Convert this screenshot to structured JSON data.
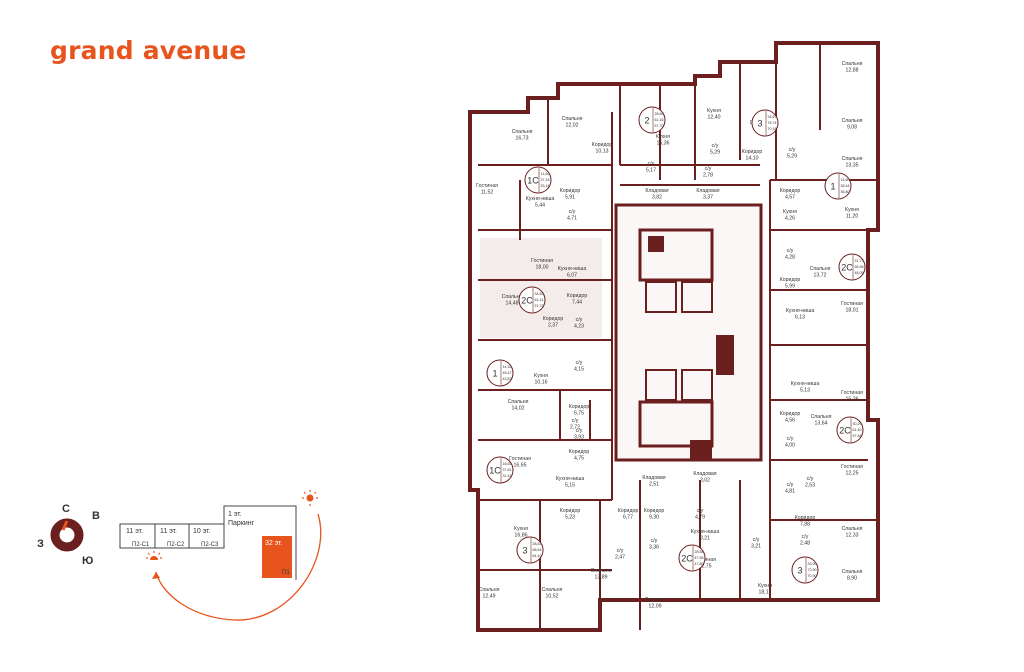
{
  "brand": {
    "name": "grand avenue",
    "color": "#e8541e"
  },
  "colors": {
    "wall": "#6b1f1f",
    "accent": "#e8541e",
    "highlight": "#f3ecea"
  },
  "compass": {
    "north": "С",
    "east": "В",
    "south": "Ю",
    "west": "З"
  },
  "building_key": {
    "ground": {
      "floor": "1 эт.",
      "label": "Паркинг"
    },
    "sections": [
      {
        "floors": "11 эт.",
        "code": "П2-С1"
      },
      {
        "floors": "11 эт.",
        "code": "П2-С2"
      },
      {
        "floors": "10 эт.",
        "code": "П2-С3"
      }
    ],
    "tower": {
      "floors": "32 эт.",
      "code": "П1"
    },
    "sun_icons": [
      "sun-icon",
      "sunrise-icon"
    ]
  },
  "apartments": [
    {
      "type": "1С",
      "areas": [
        "11,60",
        "37,18",
        "33,14"
      ]
    },
    {
      "type": "2",
      "areas": [
        "28,69",
        "61,16",
        "57,70"
      ]
    },
    {
      "type": "3",
      "areas": [
        "34,67",
        "78,74",
        "70,18"
      ]
    },
    {
      "type": "1",
      "areas": [
        "14,60",
        "38,44",
        "36,80"
      ]
    },
    {
      "type": "2С",
      "areas": [
        "31,77",
        "66,96",
        "48,09"
      ]
    },
    {
      "type": "2С",
      "areas": [
        "34,83",
        "61,14",
        "57,72"
      ]
    },
    {
      "type": "1",
      "areas": [
        "14,32",
        "45,47",
        "43,87"
      ]
    },
    {
      "type": "2С",
      "areas": [
        "30,29",
        "61,40",
        "57,84"
      ]
    },
    {
      "type": "1С",
      "areas": [
        "16,65",
        "37,61",
        "31,41"
      ]
    },
    {
      "type": "3",
      "areas": [
        "38,83",
        "68,64",
        "64,10"
      ]
    },
    {
      "type": "2С",
      "areas": [
        "28,58",
        "47,96",
        "47,80"
      ]
    },
    {
      "type": "3",
      "areas": [
        "33,90",
        "72,90",
        "70,90"
      ]
    }
  ],
  "rooms": [
    {
      "name": "Спальня",
      "area": "16,73"
    },
    {
      "name": "Спальня",
      "area": "12,02"
    },
    {
      "name": "Кухня",
      "area": "15,36"
    },
    {
      "name": "Кухня",
      "area": "12,40"
    },
    {
      "name": "Спальня",
      "area": "12,88"
    },
    {
      "name": "Спальня",
      "area": "12,88"
    },
    {
      "name": "Спальня",
      "area": "9,08"
    },
    {
      "name": "Коридор",
      "area": "10,13"
    },
    {
      "name": "с/у",
      "area": "5,29"
    },
    {
      "name": "Коридор",
      "area": "14,10"
    },
    {
      "name": "с/у",
      "area": "5,29"
    },
    {
      "name": "Спальня",
      "area": "13,35"
    },
    {
      "name": "Гостиная",
      "area": "11,52"
    },
    {
      "name": "с/у",
      "area": "5,17"
    },
    {
      "name": "с/у",
      "area": "2,78"
    },
    {
      "name": "Кладовая",
      "area": "3,82"
    },
    {
      "name": "Кладовая",
      "area": "3,37"
    },
    {
      "name": "Коридор",
      "area": "5,91"
    },
    {
      "name": "Коридор",
      "area": "4,57"
    },
    {
      "name": "Кухня-ниша",
      "area": "5,44"
    },
    {
      "name": "с/у",
      "area": "4,71"
    },
    {
      "name": "Кухня",
      "area": "4,26"
    },
    {
      "name": "Кухня",
      "area": "11,20"
    },
    {
      "name": "с/у",
      "area": "4,28"
    },
    {
      "name": "Гостиная",
      "area": "18,00"
    },
    {
      "name": "Кухня-ниша",
      "area": "6,07"
    },
    {
      "name": "Спальня",
      "area": "13,72"
    },
    {
      "name": "Коридор",
      "area": "5,99"
    },
    {
      "name": "Спальня",
      "area": "14,48"
    },
    {
      "name": "Коридор",
      "area": "7,44"
    },
    {
      "name": "с/у",
      "area": "4,23"
    },
    {
      "name": "Гостиная",
      "area": "18,01"
    },
    {
      "name": "Кухня-ниша",
      "area": "6,13"
    },
    {
      "name": "с/у",
      "area": "4,15"
    },
    {
      "name": "Кухня",
      "area": "10,16"
    },
    {
      "name": "Кухня-ниша",
      "area": "5,13"
    },
    {
      "name": "Гостиная",
      "area": "15,26"
    },
    {
      "name": "Спальня",
      "area": "14,02"
    },
    {
      "name": "Коридор",
      "area": "6,75"
    },
    {
      "name": "Коридор",
      "area": "4,56"
    },
    {
      "name": "Спальня",
      "area": "13,64"
    },
    {
      "name": "с/у",
      "area": "3,93"
    },
    {
      "name": "Гостиная",
      "area": "16,65"
    },
    {
      "name": "Коридор",
      "area": "4,75"
    },
    {
      "name": "с/у",
      "area": "4,00"
    },
    {
      "name": "Кухня-ниша",
      "area": "5,15"
    },
    {
      "name": "Кладовая",
      "area": "2,51"
    },
    {
      "name": "Кладовая",
      "area": "3,02"
    },
    {
      "name": "Гостиная",
      "area": "12,25"
    },
    {
      "name": "с/у",
      "area": "4,81"
    },
    {
      "name": "Коридор",
      "area": "5,23"
    },
    {
      "name": "Коридор",
      "area": "9,30"
    },
    {
      "name": "с/у",
      "area": "4,79"
    },
    {
      "name": "Коридор",
      "area": "7,88"
    },
    {
      "name": "Кухня",
      "area": "16,86"
    },
    {
      "name": "Кухня-ниша",
      "area": "8,21"
    },
    {
      "name": "Спальня",
      "area": "12,33"
    },
    {
      "name": "с/у",
      "area": "2,47"
    },
    {
      "name": "с/у",
      "area": "3,36"
    },
    {
      "name": "Гостиная",
      "area": "12,75"
    },
    {
      "name": "Спальня",
      "area": "13,89"
    },
    {
      "name": "Спальня",
      "area": "8,90"
    },
    {
      "name": "Кухня",
      "area": "18,17"
    },
    {
      "name": "Спальня",
      "area": "12,49"
    },
    {
      "name": "Спальня",
      "area": "10,52"
    },
    {
      "name": "Спальня",
      "area": "12,09"
    },
    {
      "name": "с/у",
      "area": "3,21"
    },
    {
      "name": "с/у",
      "area": "2,48"
    },
    {
      "name": "с/у",
      "area": "2,72"
    },
    {
      "name": "с/у",
      "area": "2,53"
    },
    {
      "name": "Коридор",
      "area": "6,77"
    },
    {
      "name": "Коридор",
      "area": "2,37"
    }
  ]
}
